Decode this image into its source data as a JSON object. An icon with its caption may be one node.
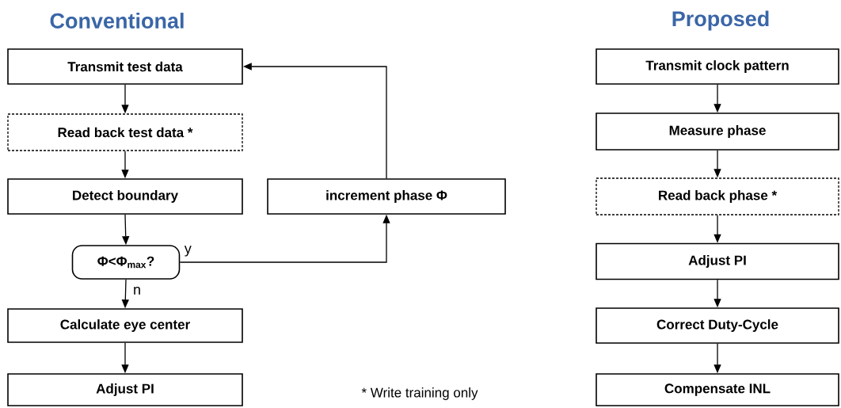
{
  "diagram": {
    "nodes": [
      {
        "text": [
          "Transmit test data"
        ]
      },
      {
        "text": [
          "Read back test data *"
        ]
      },
      {
        "text": [
          "Detect boundary"
        ]
      },
      {
        "text": [
          "Φ<Φ$_{max}$?"
        ]
      },
      {
        "text": [
          "Calculate eye center"
        ]
      },
      {
        "text": [
          "Adjust PI"
        ]
      },
      {
        "text": [
          "increment phase Φ"
        ]
      },
      {
        "text": [
          "Transmit clock pattern"
        ]
      },
      {
        "text": [
          "Measure phase"
        ]
      },
      {
        "text": [
          "Read back phase *"
        ]
      },
      {
        "text": [
          "Adjust PI"
        ]
      },
      {
        "text": [
          "Correct Duty-Cycle"
        ]
      },
      {
        "text": [
          "Compensate INL"
        ]
      }
    ],
    "edges": [
      {
        "from": 0,
        "to": 1,
        "arrow": "to"
      },
      {
        "from": 1,
        "to": 2,
        "arrow": "to"
      },
      {
        "from": 2,
        "to": 3,
        "arrow": "to"
      },
      {
        "from": 3,
        "to": 4,
        "arrow": "to",
        "label": "n"
      },
      {
        "from": 4,
        "to": 5,
        "arrow": "to"
      },
      {
        "from": 3,
        "to": 6,
        "arrow": "to",
        "label": "y"
      },
      {
        "from": 6,
        "to": 0,
        "arrow": "to"
      },
      {
        "from": 7,
        "to": 8,
        "arrow": "to"
      },
      {
        "from": 8,
        "to": 9,
        "arrow": "to"
      },
      {
        "from": 9,
        "to": 10,
        "arrow": "to"
      },
      {
        "from": 10,
        "to": 11,
        "arrow": "to"
      },
      {
        "from": 11,
        "to": 12,
        "arrow": "to"
      }
    ],
    "labels": [
      "Conventional",
      "Proposed",
      "* Write training only"
    ]
  }
}
